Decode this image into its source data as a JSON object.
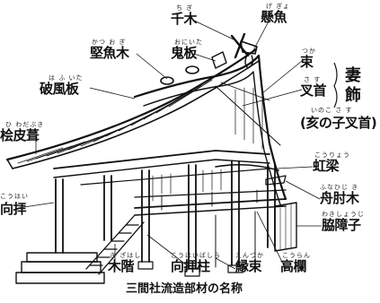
{
  "caption": "三間社流造部材の名称",
  "labels": [
    {
      "key": "chigi",
      "text": "千木",
      "ruby": "ち ぎ"
    },
    {
      "key": "kenagyo",
      "text": "懸魚",
      "ruby": "げ ぎょ"
    },
    {
      "key": "katsuogi",
      "text": "堅魚木",
      "ruby": "かつ お ぎ"
    },
    {
      "key": "onita",
      "text": "鬼板",
      "ruby": "おにいた"
    },
    {
      "key": "tsuka",
      "text": "束",
      "ruby": "つか"
    },
    {
      "key": "sasu",
      "text": "叉首",
      "ruby": "さ す"
    },
    {
      "key": "tsumakazari",
      "text": "妻飾",
      "ruby": ""
    },
    {
      "key": "inokosasu",
      "text": "(亥の子叉首)",
      "ruby": "いのこ さ す"
    },
    {
      "key": "hafuita",
      "text": "破風板",
      "ruby": "は ふ いた"
    },
    {
      "key": "hiwadabuki",
      "text": "桧皮葺",
      "ruby": "ひ わだぶき"
    },
    {
      "key": "kohai",
      "text": "向拝",
      "ruby": "こうはい"
    },
    {
      "key": "koryo",
      "text": "虹梁",
      "ruby": "こうりょう"
    },
    {
      "key": "funahijiki",
      "text": "舟肘木",
      "ruby": "ふなひじ き"
    },
    {
      "key": "wakishoji",
      "text": "脇障子",
      "ruby": "わきしょうじ"
    },
    {
      "key": "kizahashi",
      "text": "木階",
      "ruby": "き ざはし"
    },
    {
      "key": "kohaibashira",
      "text": "向拝柱",
      "ruby": "こうはいばしら"
    },
    {
      "key": "engezuka",
      "text": "縁束",
      "ruby": "えんづか"
    },
    {
      "key": "koran",
      "text": "高欄",
      "ruby": "こうらん"
    }
  ]
}
